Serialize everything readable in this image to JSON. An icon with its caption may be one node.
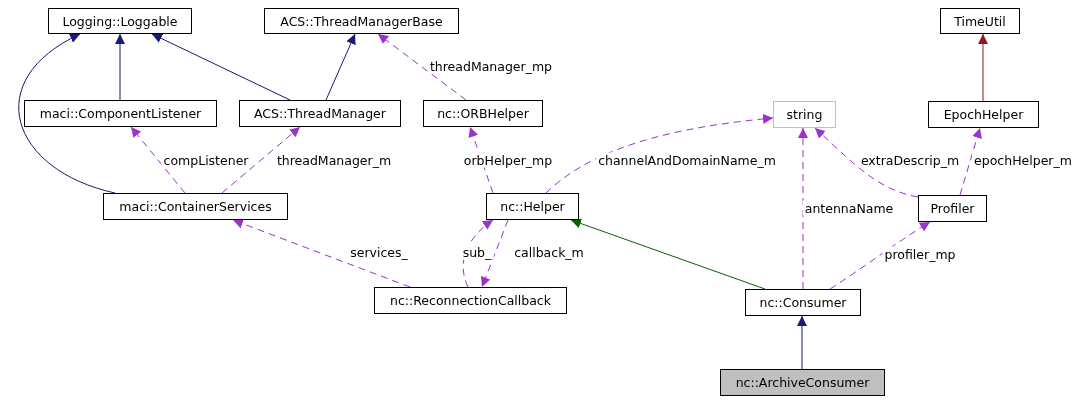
{
  "diagram": {
    "nodes": [
      {
        "text": [
          "Logging::Loggable"
        ]
      },
      {
        "text": [
          "ACS::ThreadManagerBase"
        ]
      },
      {
        "text": [
          "TimeUtil"
        ]
      },
      {
        "text": [
          "maci::ComponentListener"
        ]
      },
      {
        "text": [
          "ACS::ThreadManager"
        ]
      },
      {
        "text": [
          "nc::ORBHelper"
        ]
      },
      {
        "text": [
          "string"
        ]
      },
      {
        "text": [
          "EpochHelper"
        ]
      },
      {
        "text": [
          "maci::ContainerServices"
        ]
      },
      {
        "text": [
          "nc::Helper"
        ]
      },
      {
        "text": [
          "Profiler"
        ]
      },
      {
        "text": [
          "nc::ReconnectionCallback"
        ]
      },
      {
        "text": [
          "nc::Consumer"
        ]
      },
      {
        "text": [
          "nc::ArchiveConsumer"
        ]
      }
    ],
    "edges": [
      {
        "from": 3,
        "to": 0,
        "arrow": "to",
        "color": "#191970"
      },
      {
        "from": 8,
        "to": 0,
        "arrow": "to",
        "color": "#191970"
      },
      {
        "from": 4,
        "to": 0,
        "arrow": "to",
        "color": "#191970"
      },
      {
        "from": 4,
        "to": 1,
        "arrow": "to",
        "color": "#191970"
      },
      {
        "from": 5,
        "to": 1,
        "arrow": "to",
        "label": "threadManager_mp",
        "style": "dashed"
      },
      {
        "from": 7,
        "to": 2,
        "arrow": "to",
        "color": "#8b1a1a"
      },
      {
        "from": 8,
        "to": 3,
        "arrow": "to",
        "label": "compListener",
        "style": "dashed"
      },
      {
        "from": 8,
        "to": 4,
        "arrow": "to",
        "label": "threadManager_m",
        "style": "dashed"
      },
      {
        "from": 9,
        "to": 5,
        "arrow": "to",
        "label": "orbHelper_mp",
        "style": "dashed"
      },
      {
        "from": 9,
        "to": 6,
        "arrow": "to",
        "label": "channelAndDomainName_m",
        "style": "dashed"
      },
      {
        "from": 12,
        "to": 6,
        "arrow": "to",
        "label": "antennaName",
        "style": "dashed"
      },
      {
        "from": 10,
        "to": 6,
        "arrow": "to",
        "label": "extraDescrip_m",
        "style": "dashed"
      },
      {
        "from": 10,
        "to": 7,
        "arrow": "to",
        "label": "epochHelper_m",
        "style": "dashed"
      },
      {
        "from": 11,
        "to": 8,
        "arrow": "to",
        "label": "services_",
        "style": "dashed"
      },
      {
        "from": 11,
        "to": 9,
        "arrow": "to",
        "label": "sub_",
        "style": "dashed"
      },
      {
        "from": 9,
        "to": 11,
        "arrow": "to",
        "label": "callback_m",
        "style": "dashed"
      },
      {
        "from": 12,
        "to": 9,
        "arrow": "to",
        "color": "#006400"
      },
      {
        "from": 12,
        "to": 10,
        "arrow": "to",
        "label": "profiler_mp",
        "style": "dashed"
      },
      {
        "from": 13,
        "to": 12,
        "arrow": "to",
        "color": "#191970"
      }
    ]
  }
}
